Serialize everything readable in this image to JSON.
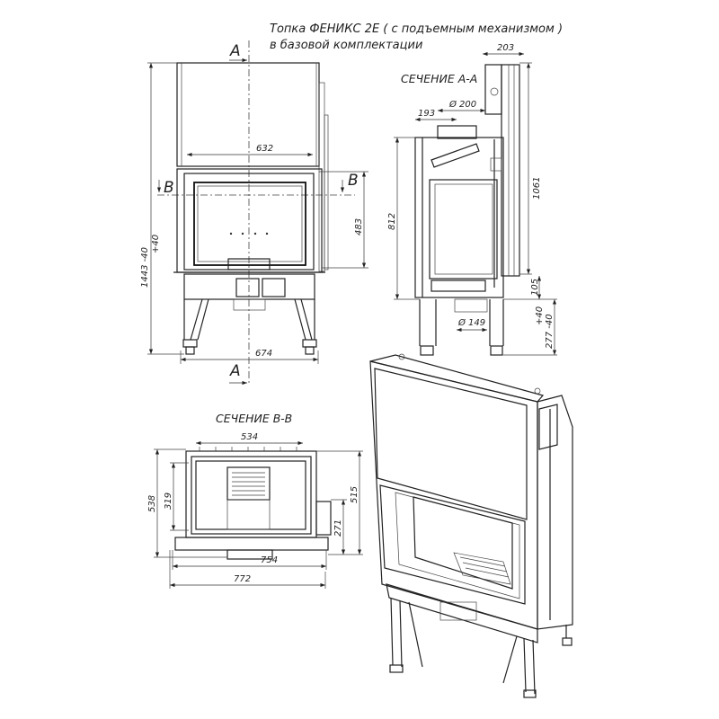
{
  "title": {
    "line1": "Топка ФЕНИКС 2Е ( с подъемным механизмом )",
    "line2": "в базовой комплектации"
  },
  "front_view": {
    "section_a_top": "A",
    "section_a_bottom": "A",
    "section_b_left": "B",
    "section_b_right": "B",
    "dim_width_inner": "632",
    "dim_width_base": "674",
    "dim_height_total": "1443 -40",
    "dim_height_tol": "+40",
    "dim_door_height": "483"
  },
  "section_aa": {
    "label": "СЕЧЕНИЕ А-А",
    "dim_top_depth": "203",
    "dim_flue_diameter": "Ø 200",
    "dim_flue_offset": "193",
    "dim_body_height": "812",
    "dim_lift_height": "1061",
    "dim_base_gap": "105",
    "dim_leg_height": "277 -40",
    "dim_leg_tol": "+40",
    "dim_air_diameter": "Ø 149"
  },
  "section_bb": {
    "label": "СЕЧЕНИЕ B-B",
    "dim_inner_width": "534",
    "dim_depth_total": "538",
    "dim_inner_depth": "319",
    "dim_side_depth": "515",
    "dim_bracket": "271",
    "dim_width_754": "754",
    "dim_width_772": "772"
  }
}
